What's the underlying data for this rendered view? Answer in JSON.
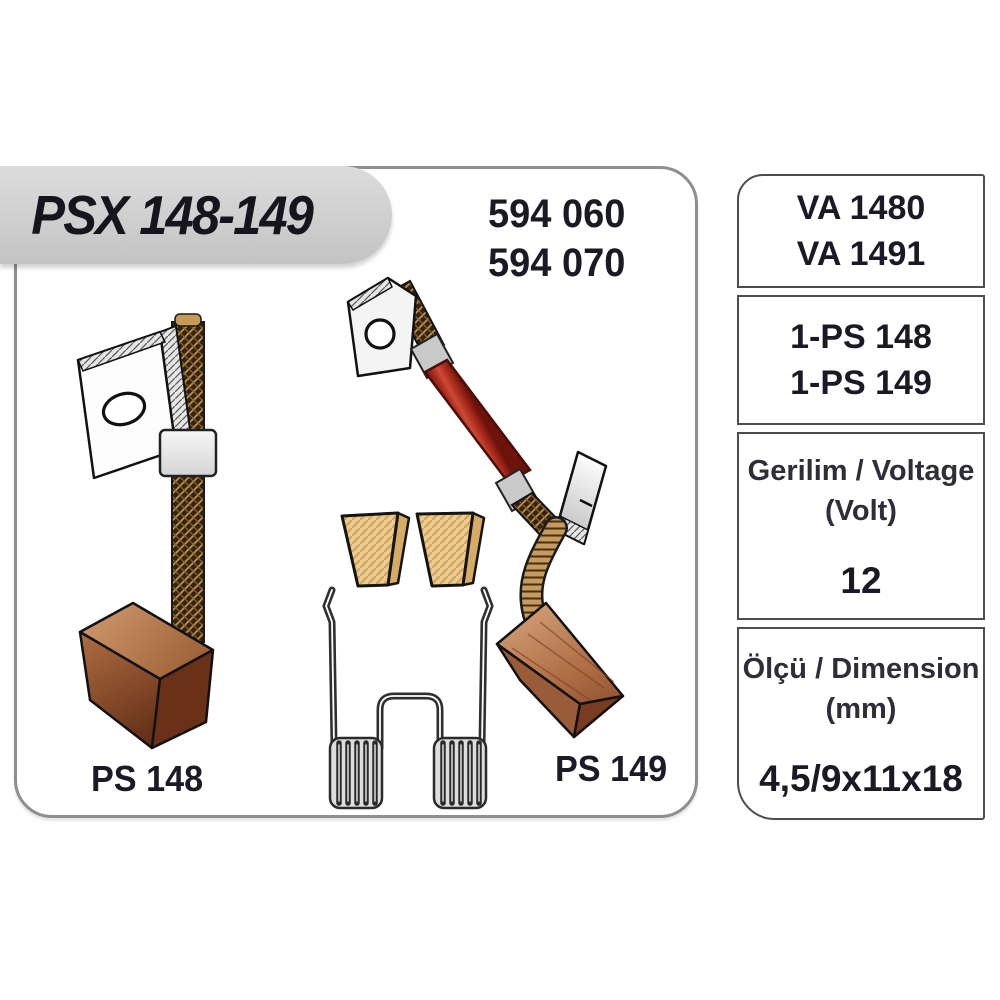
{
  "page": {
    "background": "#ffffff"
  },
  "badge": {
    "title": "PSX 148-149",
    "bg": "#d3d3d3",
    "text_color": "#15151d"
  },
  "ref_numbers": {
    "line1": "594 060",
    "line2": "594 070"
  },
  "spec_table": {
    "border_color": "#4d4d4d",
    "rows": [
      {
        "type": "values",
        "lines": [
          "VA 1480",
          "VA 1491"
        ]
      },
      {
        "type": "values",
        "lines": [
          "1-PS 148",
          "1-PS 149"
        ]
      },
      {
        "type": "labeled",
        "label_line1": "Gerilim / Voltage",
        "label_line2": "(Volt)",
        "value": "12"
      },
      {
        "type": "labeled",
        "label_line1": "Ölçü / Dimension",
        "label_line2": "(mm)",
        "value": "4,5/9x11x18"
      }
    ]
  },
  "diagram": {
    "label_left": "PS 148",
    "label_right": "PS 149",
    "parts": [
      "terminal-bracket",
      "braided-copper-lead",
      "ferrule-clip",
      "carbon-brush-block",
      "brush-pair",
      "double-torsion-spring",
      "red-insulated-lead",
      "angled-terminal"
    ],
    "colors": {
      "brush_brown": "#9a5c34",
      "brush_tan": "#eccb8e",
      "lead_red": "#b23122",
      "metal_gray": "#c9c9c9",
      "line_art": "#1a1a1a"
    }
  }
}
